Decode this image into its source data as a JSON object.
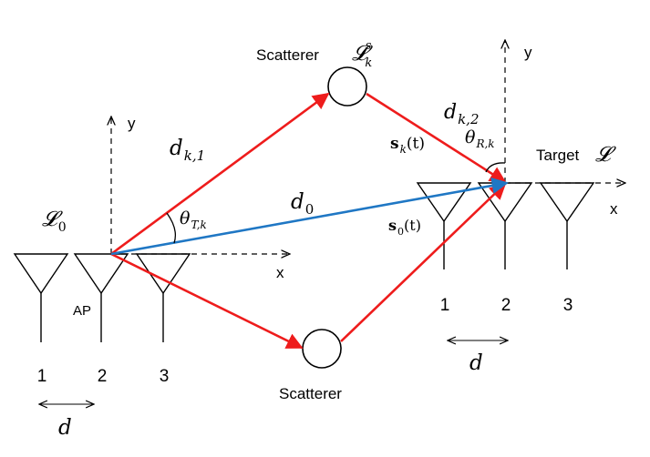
{
  "labels": {
    "scatterer_top": "Scatterer",
    "scatterer_top_symbol": "𝓛",
    "scatterer_top_sup": "s",
    "scatterer_top_sub": "k",
    "scatterer_bottom": "Scatterer",
    "target": "Target",
    "target_symbol": "𝓛",
    "ap": "AP",
    "ap_symbol": "𝓛",
    "ap_sub": "0",
    "d0": "d",
    "d0_sub": "0",
    "dk1": "d",
    "dk1_sub": "k,1",
    "dk2": "d",
    "dk2_sub": "k,2",
    "theta_t": "θ",
    "theta_t_sub": "T,k",
    "theta_r": "θ",
    "theta_r_sub": "R,k",
    "sk": "s",
    "sk_sub": "k",
    "sk_arg": "(t)",
    "s0": "s",
    "s0_sub": "0",
    "s0_arg": "(t)",
    "spacing": "d"
  },
  "ap_axes": {
    "x": "x",
    "y": "y"
  },
  "target_axes": {
    "x": "x",
    "y": "y"
  },
  "ap_antennas": [
    "1",
    "2",
    "3"
  ],
  "target_antennas": [
    "1",
    "2",
    "3"
  ],
  "colors": {
    "scatter_path": "#ee1c1c",
    "direct_path": "#1f77c4",
    "ink": "#000000"
  }
}
